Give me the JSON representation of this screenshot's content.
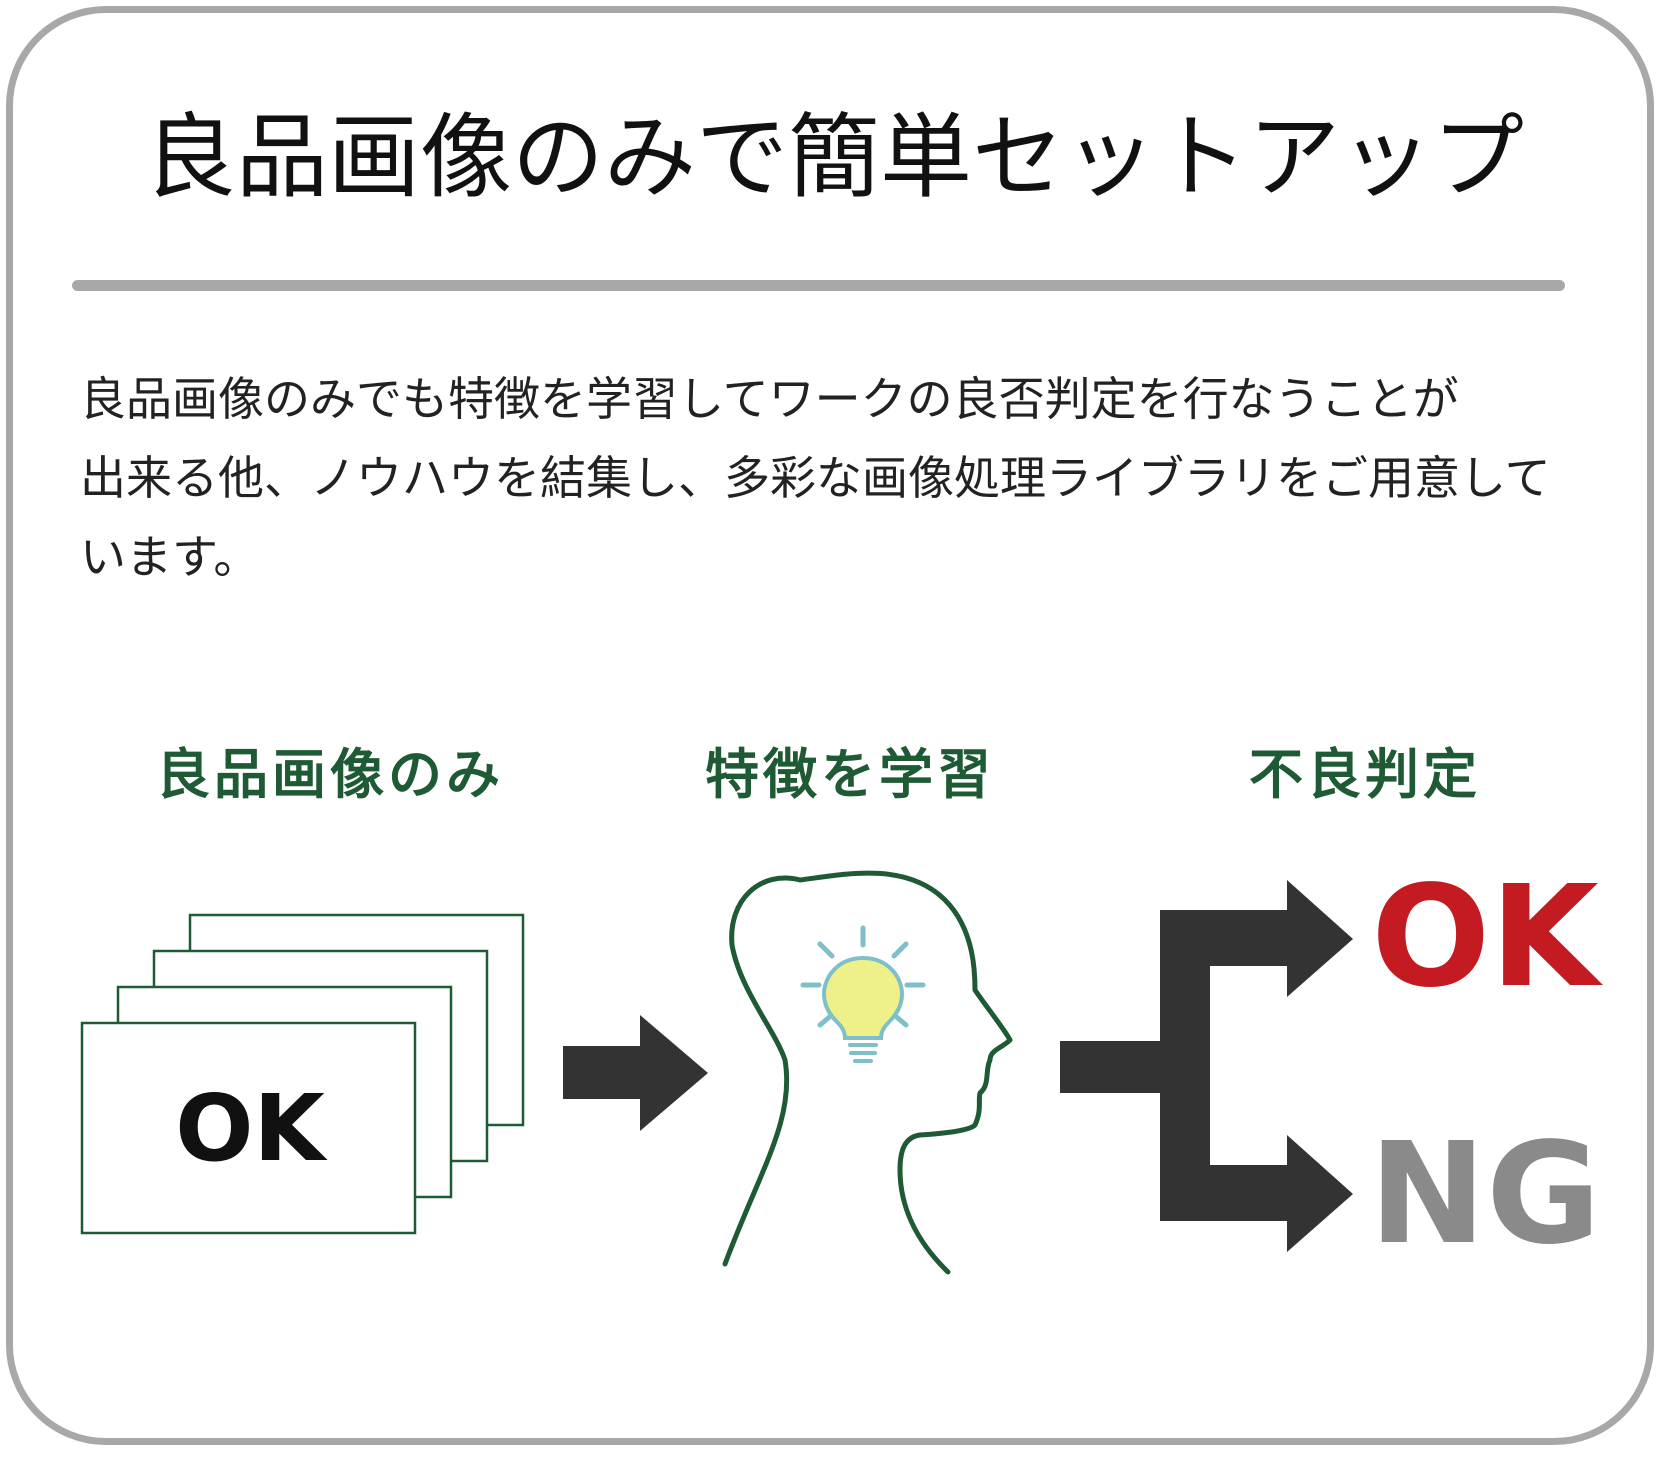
{
  "title": "良品画像のみで簡単セットアップ",
  "description": {
    "lines": [
      "良品画像のみでも特徴を学習してワークの良否判定を行なうことが",
      "出来る他、ノウハウを結集し、多彩な画像処理ライブラリをご用意して",
      "います。"
    ]
  },
  "steps": [
    {
      "label": "良品画像のみ"
    },
    {
      "label": "特徴を学習"
    },
    {
      "label": "不良判定"
    }
  ],
  "card_label": "OK",
  "results": {
    "ok": "OK",
    "ng": "NG"
  },
  "icons": {
    "images": "stacked-images-icon",
    "arrow": "right-arrow-icon",
    "head": "head-with-lightbulb-icon",
    "branch": "branching-arrow-icon"
  },
  "colors": {
    "border": "#a8a8a8",
    "step_label": "#1e5a34",
    "card_border": "#1e5a34",
    "head_outline": "#1e5a34",
    "arrow": "#333333",
    "ok": "#c41a21",
    "ng": "#8a8a8a",
    "bulb": "#eef08a",
    "bulb_outline": "#7fbfca",
    "rays": "#7fbfca"
  }
}
